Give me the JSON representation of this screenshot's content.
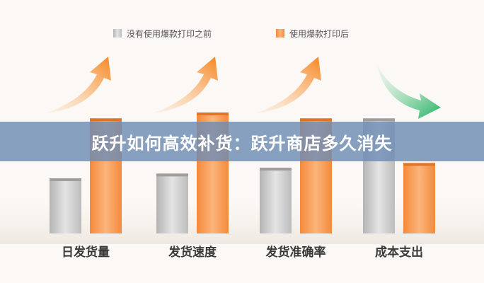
{
  "colors": {
    "before": "#c8c8c8",
    "after": "#f79b50",
    "arrow_up": "#f6851f",
    "arrow_down": "#27b567",
    "banner": "#6e8cb4"
  },
  "banner": {
    "title": "跃升如何高效补货：跃升商店多久消失"
  },
  "chart_data": {
    "type": "bar",
    "title": "",
    "xlabel": "",
    "ylabel": "",
    "ylim": [
      0,
      100
    ],
    "grid": false,
    "legend_position": "top-center",
    "categories": [
      "日发货量",
      "发货速度",
      "发货准确率",
      "成本支出"
    ],
    "series": [
      {
        "name": "没有使用爆款打印之前",
        "values": [
          47,
          51,
          56,
          98
        ]
      },
      {
        "name": "使用爆款打印后",
        "values": [
          98,
          103,
          98,
          60
        ]
      }
    ],
    "annotations": [
      "up-arrow",
      "up-arrow",
      "up-arrow",
      "down-arrow"
    ]
  }
}
